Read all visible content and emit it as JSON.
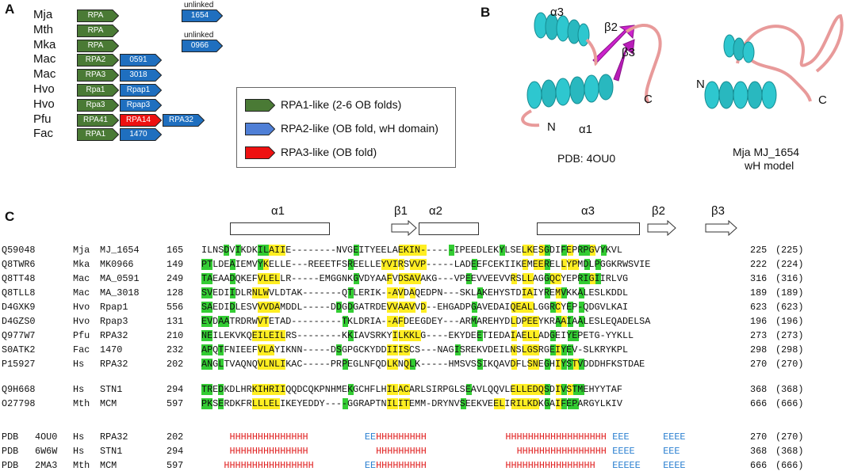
{
  "panels": {
    "a": "A",
    "b": "B",
    "c": "C"
  },
  "panelA": {
    "organisms": [
      "Mja",
      "Mth",
      "Mka",
      "Mac",
      "Mac",
      "Hvo",
      "Hvo",
      "Pfu",
      "Fac"
    ],
    "rows": [
      [
        {
          "label": "RPA",
          "type": "rpa1"
        }
      ],
      [
        {
          "label": "RPA",
          "type": "rpa1"
        }
      ],
      [
        {
          "label": "RPA",
          "type": "rpa1"
        }
      ],
      [
        {
          "label": "RPA2",
          "type": "rpa1"
        },
        {
          "label": "0591",
          "type": "rpa2"
        }
      ],
      [
        {
          "label": "RPA3",
          "type": "rpa1"
        },
        {
          "label": "3018",
          "type": "rpa2"
        }
      ],
      [
        {
          "label": "Rpa1",
          "type": "rpa1"
        },
        {
          "label": "Rpap1",
          "type": "rpa2"
        }
      ],
      [
        {
          "label": "Rpa3",
          "type": "rpa1"
        },
        {
          "label": "Rpap3",
          "type": "rpa2"
        }
      ],
      [
        {
          "label": "RPA41",
          "type": "rpa1"
        },
        {
          "label": "RPA14",
          "type": "rpa3"
        },
        {
          "label": "RPA32",
          "type": "rpa2"
        }
      ],
      [
        {
          "label": "RPA1",
          "type": "rpa1"
        },
        {
          "label": "1470",
          "type": "rpa2"
        }
      ]
    ],
    "unlinked": [
      {
        "caption": "unlinked",
        "label": "1654"
      },
      {
        "caption": "unlinked",
        "label": "0966"
      }
    ],
    "legend": [
      {
        "text": "RPA1-like (2-6 OB folds)",
        "type": "rpa1"
      },
      {
        "text": "RPA2-like (OB fold, wH domain)",
        "type": "rpa2l"
      },
      {
        "text": "RPA3-like (OB fold)",
        "type": "rpa3"
      }
    ]
  },
  "colors": {
    "rpa1": "#4a7a35",
    "rpa2": "#1f6fbf",
    "rpa2l": "#4f7fd6",
    "rpa3": "#ee1111",
    "helix": "#2ec7cf",
    "strand": "#cc22cc",
    "loop": "#e89a9a",
    "identity": "#33cc33",
    "similar": "#ffee22"
  },
  "panelB": {
    "left": {
      "labels": {
        "a3": "α3",
        "b2": "β2",
        "b3": "β3",
        "a1": "α1",
        "n": "N",
        "c": "C"
      },
      "caption": "PDB: 4OU0"
    },
    "right": {
      "labels": {
        "n": "N",
        "c": "C"
      },
      "caption1": "Mja MJ_1654",
      "caption2": "wH model"
    }
  },
  "panelC": {
    "ss_labels": [
      "α1",
      "β1",
      "α2",
      "α3",
      "β2",
      "β3"
    ],
    "alignment": [
      {
        "acc": "Q59048",
        "org": "Mja",
        "gene": "MJ_1654",
        "start": "165",
        "seq": "ILNSDVIKDKILAIIE--------NVGEITYEELAEKIN------IPEEDLEKYLSELKESGDIFEPRPGVYKVL",
        "end": "225",
        "len": "(225)"
      },
      {
        "acc": "Q8TWR6",
        "org": "Mka",
        "gene": "MK0966",
        "start": "149",
        "seq": "PTLDEAIEMVYKELLE---REEETFSREELLEYVIRSVVP-----LADEEFCEKIIKEMEERELLYPMDLPGGKRWSVIE",
        "end": "222",
        "len": "(224)"
      },
      {
        "acc": "Q8TT48",
        "org": "Mac",
        "gene": "MA_0591",
        "start": "249",
        "seq": "TAEAADQKEFVLELLR-----EMGGNKGVDYAAFVDSAVAKG---VPEEVVEEVVRSLLAGGQCYEPRIGIIRLVG",
        "end": "316",
        "len": "(316)"
      },
      {
        "acc": "Q8TLL8",
        "org": "Mac",
        "gene": "MA_3018",
        "start": "128",
        "seq": "SVEDIIDLRNLWVLDTAK-------QTLERIK--AVDAQEDPN---SKLAKEHYSTDIAIYREMVKKALESLKDDL",
        "end": "189",
        "len": "(189)"
      },
      {
        "acc": "D4GXK9",
        "org": "Hvo",
        "gene": "Rpap1",
        "start": "556",
        "seq": "SAEDIDLESVVVDAMDDL-----DDGDGATRDEVVAAVVD--EHGADPGAVEDAIQEALLGGRCYEP-QDGVLKAI",
        "end": "623",
        "len": "(623)"
      },
      {
        "acc": "D4GZS0",
        "org": "Hvo",
        "gene": "Rpap3",
        "start": "131",
        "seq": "EVDAATRDRWVTETAD---------TKLDRIA--AFDEEGDEY---ARMAREHYDLDPEEYKRAAIAALESLEQADELSA",
        "end": "196",
        "len": "(196)"
      },
      {
        "acc": "Q977W7",
        "org": "Pfu",
        "gene": "RPA32",
        "start": "210",
        "seq": "NEILEKVKQEILEILRS--------KKIAVSRKYILKKLG----EKYDEETIEDAIAELLADGEIYEPETG-YYKLL",
        "end": "273",
        "len": "(273)"
      },
      {
        "acc": "S0ATK2",
        "org": "Fac",
        "gene": "1470",
        "start": "232",
        "seq": "APQTFNIEEFVLAYIKNN-----DSGPGCKYDDIIISCS---NAGISREKVDEILNSLGSRGEIYEV-SLKRYKPL",
        "end": "298",
        "len": "(298)"
      },
      {
        "acc": "P15927",
        "org": "Hs",
        "gene": "RPA32",
        "start": "202",
        "seq": "ANGLTVAQNQVLNLIKAC-----PRPEGLNFQDLKNQLK-----HMSVSSIKQAVDFLSNEGHIYSTVDDDHFKSTDAE",
        "end": "270",
        "len": "(270)"
      },
      {
        "acc": "Q9H668",
        "org": "Hs",
        "gene": "STN1",
        "start": "294",
        "seq": "TREDKDLHRKIHRIIQQDCQKPNHMEKGCHFLHILACARLSIRPGLSEAVLQQVLELLEDQSDIVSTMEHYYTAF",
        "end": "368",
        "len": "(368)"
      },
      {
        "acc": "O27798",
        "org": "Mth",
        "gene": "MCM",
        "start": "597",
        "seq": "PKSERDKFRLLLELIKEYEDDY----GGRAPTNILITEMM-DRYNVSEEKVEELIRILKDKGAIFEPARGYLKIV",
        "end": "666",
        "len": "(666)"
      }
    ],
    "pdb": [
      {
        "tag": "PDB",
        "id": "4OU0",
        "org": "Hs",
        "gene": "RPA32",
        "start": "202",
        "end": "270",
        "len": "(270)",
        "h": [
          {
            "col": 5,
            "t": "HHHHHHHHHHHHHH"
          },
          {
            "col": 31,
            "t": "HHHHHHHHH"
          },
          {
            "col": 54,
            "t": "HHHHHHHHHHHHHHHHHH"
          }
        ],
        "e": [
          {
            "col": 29,
            "t": "EE"
          },
          {
            "col": 73,
            "t": "EEE"
          },
          {
            "col": 82,
            "t": "EEEE"
          }
        ]
      },
      {
        "tag": "PDB",
        "id": "6W6W",
        "org": "Hs",
        "gene": "STN1",
        "start": "294",
        "end": "368",
        "len": "(368)",
        "h": [
          {
            "col": 5,
            "t": "HHHHHHHHHHHHHH"
          },
          {
            "col": 31,
            "t": "HHHHHHHHH"
          },
          {
            "col": 56,
            "t": "HHHHHHHHHHHHHHHH"
          }
        ],
        "e": [
          {
            "col": 73,
            "t": "EEEE"
          },
          {
            "col": 82,
            "t": "EEE"
          }
        ]
      },
      {
        "tag": "PDB",
        "id": "2MA3",
        "org": "Mth",
        "gene": "MCM",
        "start": "597",
        "end": "666",
        "len": "(666)",
        "h": [
          {
            "col": 4,
            "t": "HHHHHHHHHHHHHHHH"
          },
          {
            "col": 31,
            "t": "HHHHHHHHH"
          },
          {
            "col": 54,
            "t": "HHHHHHHHHHHHHHHH"
          }
        ],
        "e": [
          {
            "col": 29,
            "t": "EE"
          },
          {
            "col": 73,
            "t": "EEEEE"
          },
          {
            "col": 82,
            "t": "EEEE"
          }
        ]
      }
    ],
    "highlights": [
      {
        "g": [
          4,
          6,
          10,
          11
        ],
        "y": [
          10,
          11,
          12,
          13,
          14
        ],
        "g2": [
          27,
          44,
          53,
          61,
          64,
          67,
          68,
          71
        ],
        "y2": [
          35,
          36,
          37,
          38,
          39,
          57,
          58,
          60,
          65,
          69
        ]
      },
      {
        "g": [
          0,
          1,
          5,
          10
        ],
        "y": [
          10,
          11
        ],
        "g2": [
          26,
          48,
          61,
          68,
          70
        ],
        "y2": [
          32,
          33,
          34,
          35,
          37,
          38,
          39,
          57,
          59,
          60,
          64,
          65,
          66
        ]
      },
      {
        "g": [
          0,
          1,
          5
        ],
        "y": [
          10,
          11,
          12,
          13
        ],
        "g2": [
          27,
          47,
          61,
          67,
          68,
          70
        ],
        "y2": [
          33,
          35,
          36,
          37,
          38,
          55,
          57,
          58,
          62,
          63,
          69
        ]
      },
      {
        "g": [
          0,
          1,
          5
        ],
        "y": [
          9,
          10,
          11
        ],
        "g2": [
          26,
          49,
          61,
          64,
          67
        ],
        "y2": [
          33,
          34,
          35,
          37,
          57,
          58,
          63
        ]
      },
      {
        "g": [
          0,
          1,
          5
        ],
        "y": [
          10,
          11,
          12,
          13
        ],
        "g2": [
          24,
          26,
          48,
          62,
          65,
          67
        ],
        "y2": [
          33,
          34,
          35,
          36,
          37,
          39,
          55,
          56,
          57,
          58,
          63
        ]
      },
      {
        "g": [
          0,
          1,
          3,
          4
        ],
        "y": [
          10,
          11
        ],
        "g2": [
          25,
          48,
          63,
          65,
          67
        ],
        "y2": [
          33,
          34,
          35,
          55,
          57,
          58,
          59,
          64,
          65
        ]
      },
      {
        "g": [
          0,
          1
        ],
        "y": [
          9,
          10,
          11,
          12,
          13,
          14
        ],
        "g2": [
          26,
          49,
          62,
          65,
          66
        ],
        "y2": [
          34,
          35,
          36,
          37,
          38,
          55,
          57,
          58,
          59
        ]
      },
      {
        "g": [
          0,
          1,
          3
        ],
        "y": [
          10,
          11,
          12
        ],
        "g2": [
          24,
          45,
          62,
          64,
          65
        ],
        "y2": [
          33,
          34,
          35,
          36,
          55,
          57,
          58,
          59,
          63
        ]
      },
      {
        "g": [
          0,
          1,
          3
        ],
        "y": [
          10,
          11,
          12,
          13,
          14
        ],
        "g2": [
          25,
          37,
          49,
          61,
          64,
          65,
          67
        ],
        "y2": [
          33,
          34,
          36,
          55,
          58,
          59,
          63,
          66
        ]
      },
      {
        "g": [
          0,
          1,
          3
        ],
        "y": [
          9,
          10,
          11,
          12,
          13,
          14
        ],
        "g2": [
          26,
          47,
          61,
          64,
          66,
          67
        ],
        "y2": [
          33,
          34,
          35,
          36,
          55,
          56,
          57,
          58,
          59,
          60,
          63,
          65
        ]
      },
      {
        "g": [
          0,
          1,
          3
        ],
        "y": [
          9,
          10,
          11,
          12,
          13
        ],
        "g2": [
          25,
          46,
          61,
          64,
          65,
          66
        ],
        "y2": [
          33,
          34,
          35,
          36,
          52,
          53,
          55,
          56,
          57,
          58,
          59,
          63
        ]
      }
    ]
  }
}
